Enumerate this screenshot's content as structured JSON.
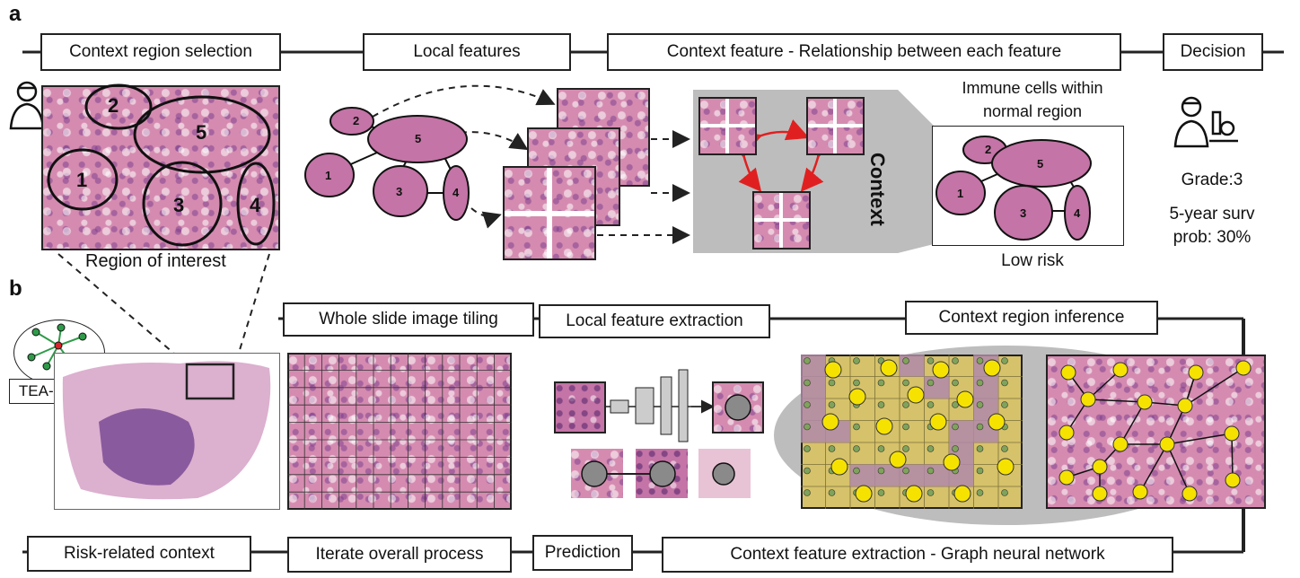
{
  "panel_a": {
    "letter": "a",
    "steps": [
      "Context region selection",
      "Local features",
      "Context feature - Relationship between each feature",
      "Decision"
    ],
    "roi_label": "Region of interest",
    "region_numbers": [
      "1",
      "2",
      "3",
      "4",
      "5"
    ],
    "context_label": "Context",
    "immune_text_line1": "Immune cells within",
    "immune_text_line2": "normal region",
    "risk_label": "Low risk",
    "grade": "Grade:3",
    "surv_line1": "5-year surv",
    "surv_line2": "prob: 30%"
  },
  "panel_b": {
    "letter": "b",
    "badge": "TEA-graph",
    "top_steps": [
      "Whole slide image tiling",
      "Local feature extraction",
      "Context region inference"
    ],
    "bottom_steps": [
      "Risk-related context",
      "Iterate overall process",
      "Prediction",
      "Context feature extraction - Graph neural network"
    ]
  },
  "colors": {
    "tissue": "#d58bb0",
    "node_yellow": "#f5e200",
    "node_green": "#2e9b48",
    "node_red": "#d6262b",
    "arrow_red": "#e02020",
    "gray_panel": "#bdbdbd"
  }
}
